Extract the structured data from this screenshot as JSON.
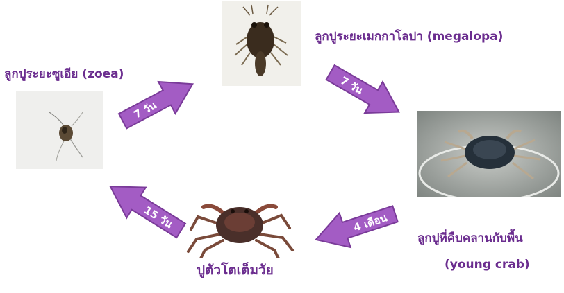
{
  "stages": {
    "zoea": "ลูกปูระยะซูเอีย (zoea)",
    "megalopa": "ลูกปูระยะเมกกาโลปา (megalopa)",
    "young_crab_th": "ลูกปูที่คืบคลานกับพื้น",
    "young_crab_en": "(young crab)",
    "adult": "ปูตัวโตเต็มวัย"
  },
  "arrows": {
    "zoea_to_megalopa": "7 วัน",
    "megalopa_to_young": "7 วัน",
    "young_to_adult": "4 เดือน",
    "adult_to_zoea": "15 วัน"
  },
  "colors": {
    "label": "#6b2d8f",
    "arrow_fill": "#a35cc4",
    "arrow_stroke": "#7a3b99"
  }
}
